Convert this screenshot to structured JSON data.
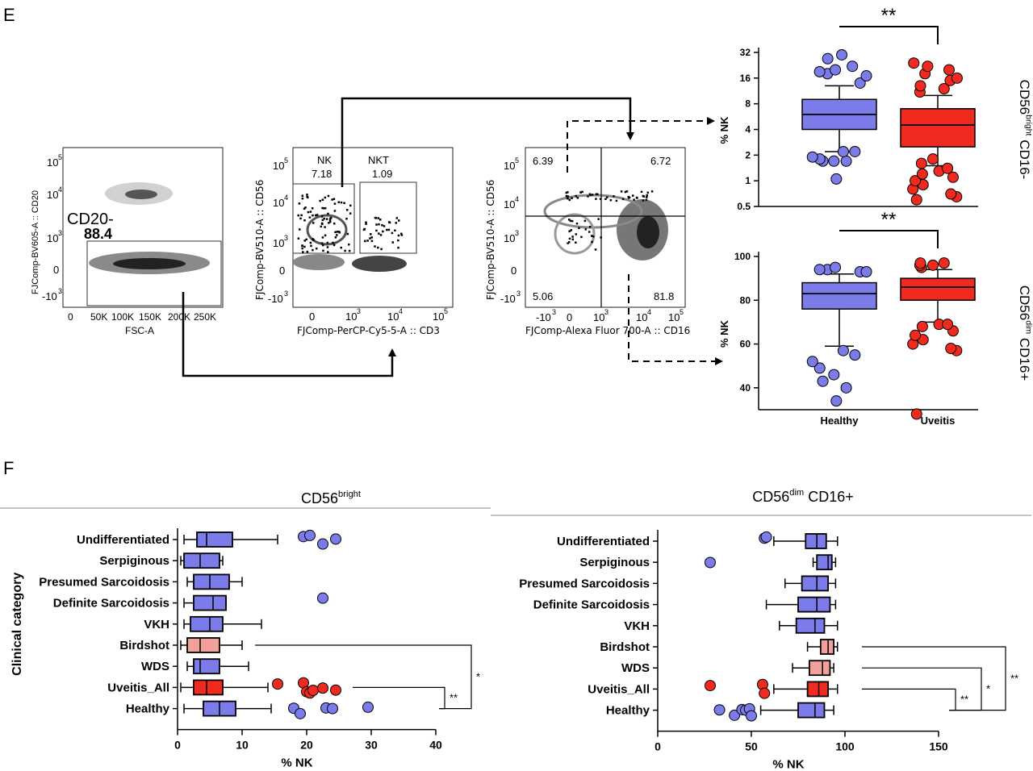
{
  "panel_labels": {
    "e": "E",
    "f": "F"
  },
  "flow": {
    "p1": {
      "ylabel": "FJComp-BV605-A :: CD20",
      "xlabel": "FSC-A",
      "xticks": [
        "0",
        "50K",
        "100K",
        "150K",
        "200K",
        "250K"
      ],
      "gate_name": "CD20-",
      "gate_value": "88.4"
    },
    "p2": {
      "ylabel": "FJComp-BV510-A :: CD56",
      "xlabel": "FJComp-PerCP-Cy5-5-A :: CD3",
      "gate1_name": "NK",
      "gate1_value": "7.18",
      "gate2_name": "NKT",
      "gate2_value": "1.09"
    },
    "p3": {
      "ylabel": "FJComp-BV510-A :: CD56",
      "xlabel": "FJComp-Alexa Fluor 700-A :: CD16",
      "q_ul": "6.39",
      "q_ur": "6.72",
      "q_ll": "5.06",
      "q_lr": "81.8"
    }
  },
  "chart_data": [
    {
      "type": "box",
      "id": "top-right",
      "ylabel": "% NK",
      "side_label": "CD56bright CD16-",
      "yscale": "log2",
      "ylim": [
        0.5,
        32
      ],
      "yticks": [
        "0.5",
        "1",
        "2",
        "4",
        "8",
        "16",
        "32"
      ],
      "significance": "**",
      "groups": [
        {
          "name": "Healthy",
          "color": "#7b7bea",
          "whisker_low": 2.2,
          "q1": 4.0,
          "median": 6.0,
          "q3": 9.0,
          "whisker_high": 13.0,
          "outliers": [
            1.05,
            1.7,
            1.7,
            1.7,
            1.8,
            1.9,
            2.2,
            2.2,
            14,
            17,
            18,
            19,
            20,
            22,
            27,
            30
          ]
        },
        {
          "name": "Uveitis",
          "color": "#f02a1e",
          "whisker_low": 1.5,
          "q1": 2.5,
          "median": 4.5,
          "q3": 7.0,
          "whisker_high": 10.0,
          "outliers": [
            0.6,
            0.65,
            0.7,
            0.8,
            0.9,
            1.0,
            1.1,
            1.2,
            1.3,
            1.4,
            1.6,
            1.8,
            11,
            12,
            13,
            15,
            16,
            18,
            20,
            22,
            24
          ]
        }
      ]
    },
    {
      "type": "box",
      "id": "bottom-right",
      "ylabel": "% NK",
      "side_label": "CD56dim CD16+",
      "ylim": [
        30,
        100
      ],
      "yticks": [
        "40",
        "60",
        "80",
        "100"
      ],
      "significance": "**",
      "xlabels": [
        "Healthy",
        "Uveitis"
      ],
      "groups": [
        {
          "name": "Healthy",
          "color": "#7b7bea",
          "whisker_low": 59,
          "q1": 76,
          "median": 83,
          "q3": 88,
          "whisker_high": 92,
          "outliers": [
            34,
            40,
            43,
            46,
            49,
            52,
            55,
            57,
            93,
            93,
            94,
            94,
            95
          ]
        },
        {
          "name": "Uveitis",
          "color": "#f02a1e",
          "whisker_low": 70,
          "q1": 80,
          "median": 86,
          "q3": 90,
          "whisker_high": 94,
          "outliers": [
            28,
            57,
            58,
            60,
            62,
            64,
            66,
            68,
            69,
            69,
            95,
            96,
            96,
            97,
            97
          ]
        }
      ]
    },
    {
      "type": "horizontal-box",
      "id": "bottom-left",
      "title": "CD56bright",
      "xlabel": "% NK",
      "ylabel": "Clinical category",
      "xlim": [
        0,
        40
      ],
      "xticks": [
        "0",
        "10",
        "20",
        "30",
        "40"
      ],
      "categories": [
        "Undifferentiated",
        "Serpiginous",
        "Presumed Sarcoidosis",
        "Definite Sarcoidosis",
        "VKH",
        "Birdshot",
        "WDS",
        "Uveitis_All",
        "Healthy"
      ],
      "boxes": [
        {
          "wl": 1.0,
          "q1": 3.0,
          "med": 4.5,
          "q3": 8.5,
          "wh": 15.5,
          "fill": "#7b7bea",
          "outliers": [
            19.5,
            20.5,
            22.5,
            24.5
          ]
        },
        {
          "wl": 0.5,
          "q1": 1.0,
          "med": 3.5,
          "q3": 6.5,
          "wh": 7.0,
          "fill": "#7b7bea",
          "outliers": []
        },
        {
          "wl": 1.5,
          "q1": 2.5,
          "med": 5.0,
          "q3": 8.0,
          "wh": 10.0,
          "fill": "#7b7bea",
          "outliers": []
        },
        {
          "wl": 1.0,
          "q1": 2.5,
          "med": 5.5,
          "q3": 7.5,
          "wh": 7.5,
          "fill": "#7b7bea",
          "outliers": [
            22.5
          ]
        },
        {
          "wl": 1.0,
          "q1": 2.0,
          "med": 5.0,
          "q3": 7.0,
          "wh": 13.0,
          "fill": "#7b7bea",
          "outliers": []
        },
        {
          "wl": 0.5,
          "q1": 1.5,
          "med": 3.5,
          "q3": 6.5,
          "wh": 10.0,
          "fill": "#f2a09a",
          "outliers": []
        },
        {
          "wl": 1.5,
          "q1": 2.5,
          "med": 3.5,
          "q3": 6.5,
          "wh": 11.0,
          "fill": "#7b7bea",
          "outliers": []
        },
        {
          "wl": 0.5,
          "q1": 2.5,
          "med": 4.5,
          "q3": 7.0,
          "wh": 14.0,
          "fill": "#f02a1e",
          "outliers": [
            15.5,
            19.5,
            20.0,
            20.5,
            21.0,
            22.5,
            24.5
          ]
        },
        {
          "wl": 1.0,
          "q1": 4.0,
          "med": 6.5,
          "q3": 9.0,
          "wh": 14.5,
          "fill": "#7b7bea",
          "outliers": [
            18.0,
            19.0,
            23.0,
            24.0,
            29.5
          ]
        }
      ],
      "brackets": [
        {
          "from": "Birdshot",
          "to": "Healthy",
          "label": "*"
        },
        {
          "from": "Uveitis_All",
          "to": "Healthy",
          "label": "**"
        }
      ]
    },
    {
      "type": "horizontal-box",
      "id": "bottom-right-cat",
      "title": "CD56dim CD16+",
      "xlabel": "% NK",
      "xlim": [
        0,
        150
      ],
      "xticks": [
        "0",
        "50",
        "100",
        "150"
      ],
      "categories": [
        "Undifferentiated",
        "Serpiginous",
        "Presumed Sarcoidosis",
        "Definite Sarcoidosis",
        "VKH",
        "Birdshot",
        "WDS",
        "Uveitis_All",
        "Healthy"
      ],
      "boxes": [
        {
          "wl": 62,
          "q1": 79,
          "med": 85,
          "q3": 90,
          "wh": 96,
          "fill": "#7b7bea",
          "outliers": [
            57,
            58
          ]
        },
        {
          "wl": 83,
          "q1": 85,
          "med": 91,
          "q3": 93,
          "wh": 95,
          "fill": "#7b7bea",
          "outliers": [
            28
          ]
        },
        {
          "wl": 68,
          "q1": 77,
          "med": 85,
          "q3": 91,
          "wh": 95,
          "fill": "#7b7bea",
          "outliers": []
        },
        {
          "wl": 58,
          "q1": 75,
          "med": 85,
          "q3": 92,
          "wh": 95,
          "fill": "#7b7bea",
          "outliers": []
        },
        {
          "wl": 65,
          "q1": 74,
          "med": 84,
          "q3": 89,
          "wh": 96,
          "fill": "#7b7bea",
          "outliers": []
        },
        {
          "wl": 80,
          "q1": 87,
          "med": 91,
          "q3": 94,
          "wh": 96,
          "fill": "#f2a09a",
          "outliers": []
        },
        {
          "wl": 72,
          "q1": 81,
          "med": 88,
          "q3": 92,
          "wh": 94,
          "fill": "#f2a09a",
          "outliers": []
        },
        {
          "wl": 62,
          "q1": 80,
          "med": 86,
          "q3": 91,
          "wh": 96,
          "fill": "#f02a1e",
          "outliers": [
            28,
            56,
            57
          ]
        },
        {
          "wl": 55,
          "q1": 75,
          "med": 84,
          "q3": 89,
          "wh": 94,
          "fill": "#7b7bea",
          "outliers": [
            33,
            41,
            45,
            47,
            49,
            50
          ]
        }
      ],
      "brackets": [
        {
          "from": "Birdshot",
          "to": "Healthy",
          "label": "**"
        },
        {
          "from": "WDS",
          "to": "Healthy",
          "label": "*"
        },
        {
          "from": "Uveitis_All",
          "to": "Healthy",
          "label": "**"
        }
      ]
    }
  ]
}
